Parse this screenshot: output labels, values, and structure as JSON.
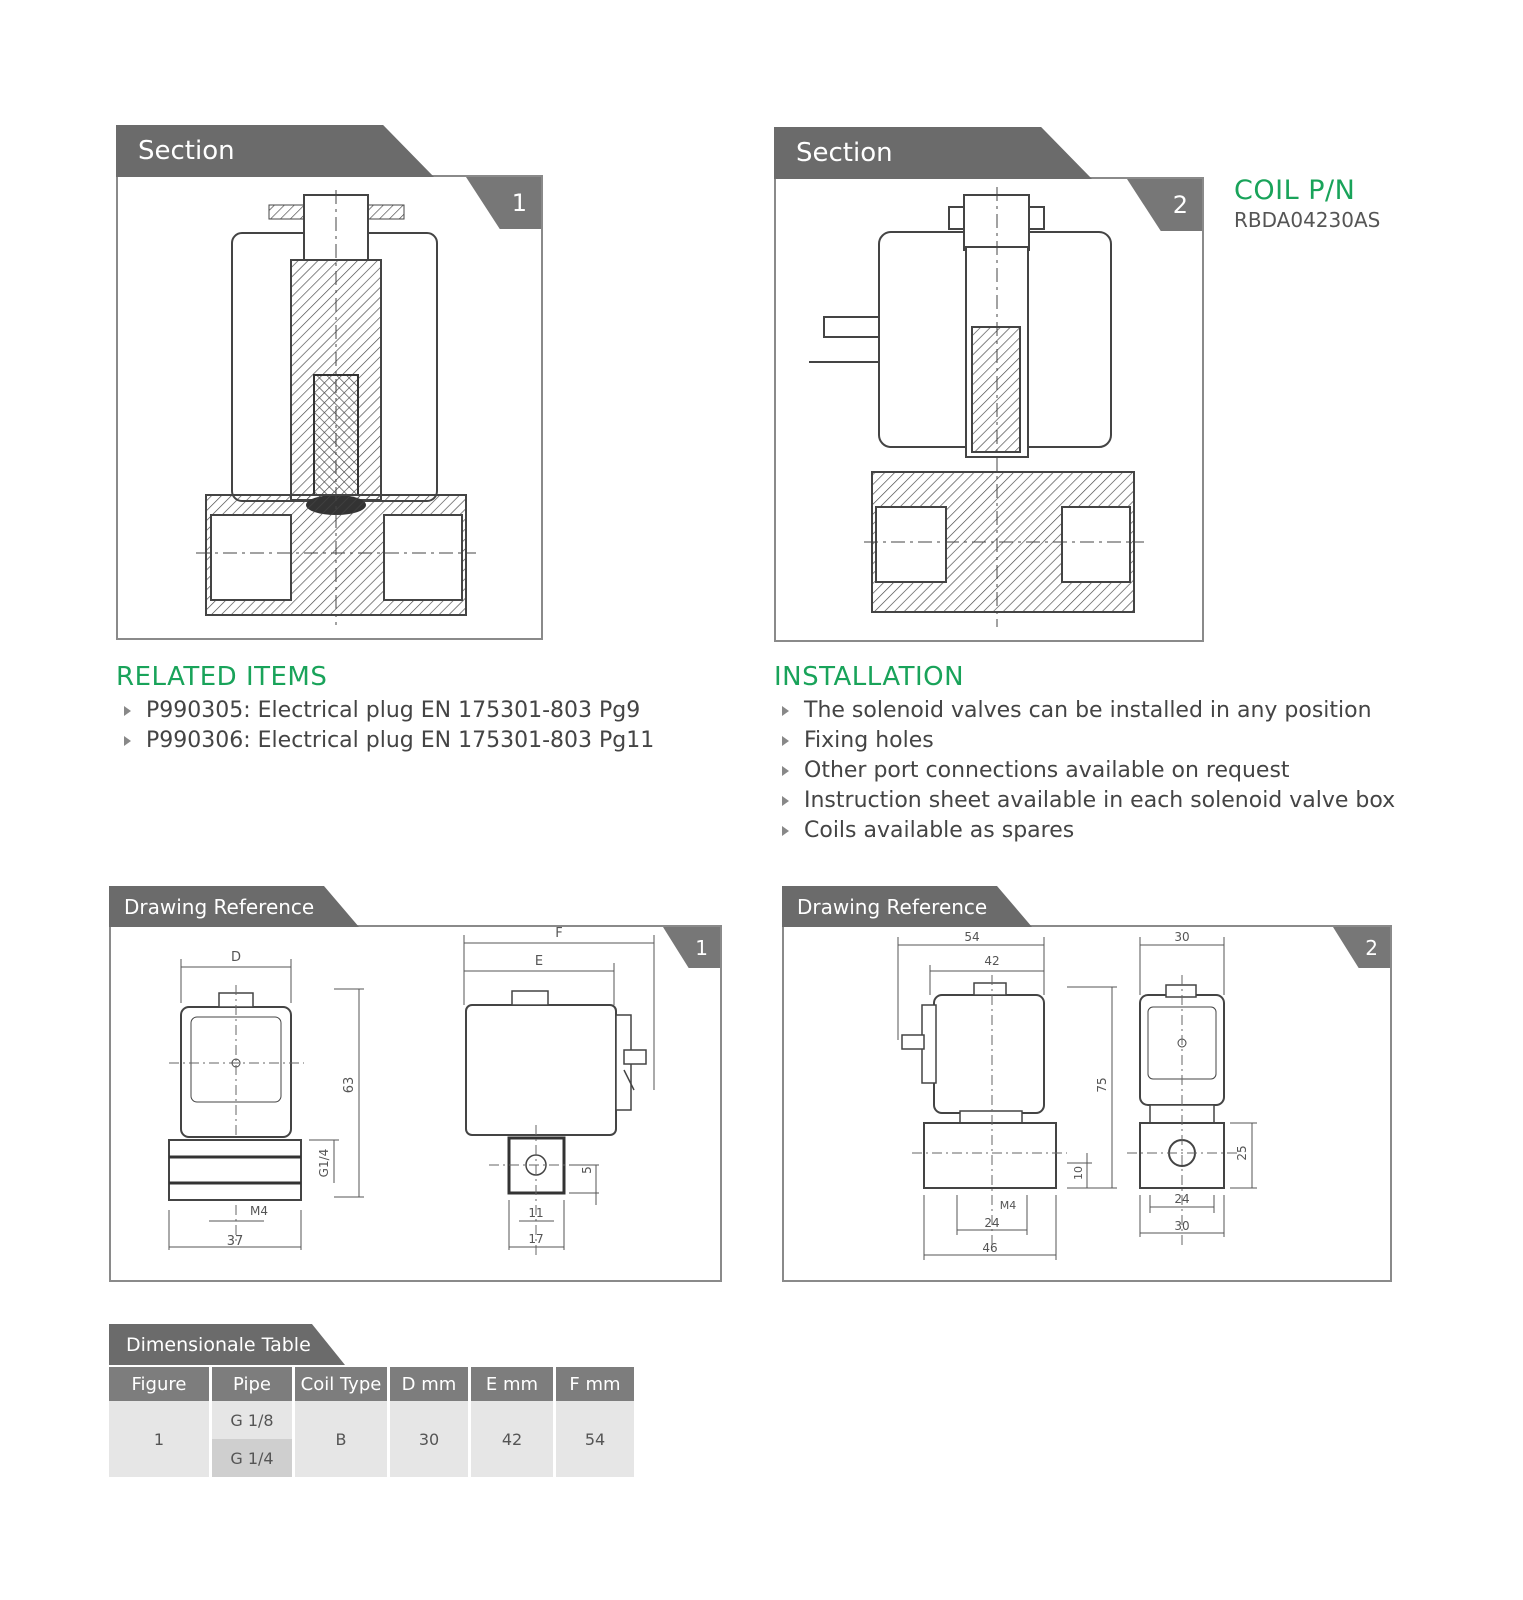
{
  "section1": {
    "tab": "Section",
    "number": "1"
  },
  "section2": {
    "tab": "Section",
    "number": "2"
  },
  "coil": {
    "title": "COIL P/N",
    "value": "RBDA04230AS"
  },
  "related": {
    "title": "RELATED ITEMS",
    "items": [
      "P990305: Electrical plug EN 175301-803 Pg9",
      "P990306: Electrical plug EN 175301-803 Pg11"
    ]
  },
  "installation": {
    "title": "INSTALLATION",
    "items": [
      "The solenoid valves can be installed in any position",
      "Fixing holes",
      "Other port connections available on request",
      "Instruction sheet available in each solenoid valve box",
      "Coils available as spares"
    ]
  },
  "drawing1": {
    "tab": "Drawing Reference",
    "number": "1",
    "labels": {
      "d": "D",
      "f": "F",
      "e": "E",
      "h63": "63",
      "g14": "G1/4",
      "m4": "M4",
      "w37": "37",
      "s": "5",
      "w11": "11",
      "w17": "17"
    }
  },
  "drawing2": {
    "tab": "Drawing Reference",
    "number": "2",
    "labels": {
      "w54": "54",
      "w42": "42",
      "w30a": "30",
      "h75": "75",
      "h10": "10",
      "m4": "M4",
      "w24a": "24",
      "w46": "46",
      "h25": "25",
      "w24b": "24",
      "w30b": "30"
    }
  },
  "dim_table": {
    "tab": "Dimensionale Table",
    "headers": [
      "Figure",
      "Pipe",
      "Coil Type",
      "D mm",
      "E mm",
      "F mm"
    ],
    "row": {
      "figure": "1",
      "pipe": [
        "G 1/8",
        "G 1/4"
      ],
      "coil_type": "B",
      "d": "30",
      "e": "42",
      "f": "54"
    }
  }
}
